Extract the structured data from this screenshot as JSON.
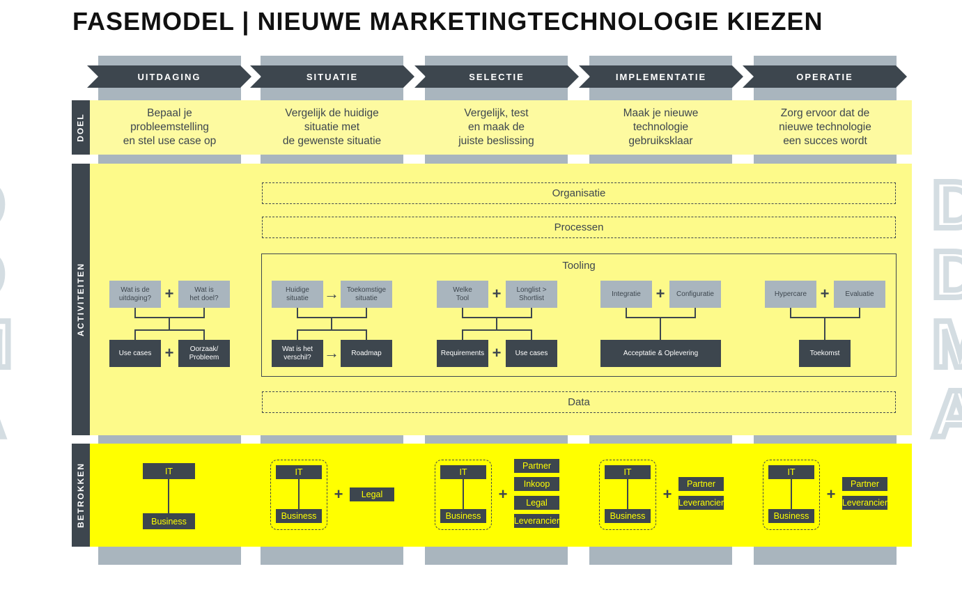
{
  "title": "FASEMODEL | NIEUWE MARKETINGTECHNOLOGIE KIEZEN",
  "phases": [
    "UITDAGING",
    "SITUATIE",
    "SELECTIE",
    "IMPLEMENTATIE",
    "OPERATIE"
  ],
  "row_labels": {
    "doel": "DOEL",
    "activiteiten": "ACTIVITEITEN",
    "betrokken": "BETROKKEN"
  },
  "goals": [
    "Bepaal je\nprobleemstelling\nen stel use case op",
    "Vergelijk de huidige\nsituatie met\nde gewenste situatie",
    "Vergelijk, test\nen maak de\njuiste beslissing",
    "Maak je nieuwe\ntechnologie\ngebruiksklaar",
    "Zorg ervoor dat de\nnieuwe technologie\neen succes wordt"
  ],
  "layers": {
    "organisatie": "Organisatie",
    "processen": "Processen",
    "tooling": "Tooling",
    "data": "Data"
  },
  "operators": {
    "plus": "+",
    "arrow": "→"
  },
  "activities": {
    "uitdaging": {
      "top": [
        "Wat is de\nuitdaging?",
        "Wat is\nhet doel?"
      ],
      "bottom": [
        "Use cases",
        "Oorzaak/\nProbleem"
      ]
    },
    "situatie": {
      "top": [
        "Huidige\nsituatie",
        "Toekomstige\nsituatie"
      ],
      "bottom": [
        "Wat is het\nverschil?",
        "Roadmap"
      ]
    },
    "selectie": {
      "top": [
        "Welke\nTool",
        "Longlist >\nShortlist"
      ],
      "bottom": [
        "Requirements",
        "Use cases"
      ]
    },
    "implementatie": {
      "top": [
        "Integratie",
        "Configuratie"
      ],
      "bottom": [
        "Acceptatie & Oplevering"
      ]
    },
    "operatie": {
      "top": [
        "Hypercare",
        "Evaluatie"
      ],
      "bottom": [
        "Toekomst"
      ]
    }
  },
  "betrokken": {
    "it": "IT",
    "business": "Business",
    "situatie_extra": [
      "Legal"
    ],
    "selectie_extra": [
      "Partner",
      "Inkoop",
      "Legal",
      "Leverancier"
    ],
    "implementatie_extra": [
      "Partner",
      "Leverancier"
    ],
    "operatie_extra": [
      "Partner",
      "Leverancier"
    ]
  },
  "colors": {
    "dark": "#3d464e",
    "grey": "#a9b5be",
    "pale_yellow": "#fdfaa0",
    "yellow": "#fdfa8a",
    "bright_yellow": "#ffff00"
  }
}
